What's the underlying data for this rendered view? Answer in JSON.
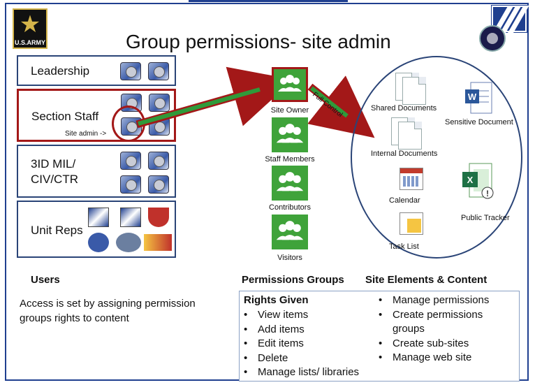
{
  "title": "Group permissions- site admin",
  "logos": {
    "army": "U.S.ARMY"
  },
  "users": {
    "boxes": [
      {
        "label": "Leadership"
      },
      {
        "label": "Section Staff"
      },
      {
        "label": "3ID MIL/ CIV/CTR"
      },
      {
        "label": "Unit Reps"
      }
    ],
    "site_admin_label": "Site admin ->"
  },
  "groups": [
    {
      "label": "Site Owner"
    },
    {
      "label": "Staff Members"
    },
    {
      "label": "Contributors"
    },
    {
      "label": "Visitors"
    }
  ],
  "arrow_label": "Full Control",
  "site_elements": [
    {
      "label": "Shared Documents"
    },
    {
      "label": "Internal Documents"
    },
    {
      "label": "Calendar"
    },
    {
      "label": "Task List"
    },
    {
      "label": "Sensitive Document"
    },
    {
      "label": "Public Tracker"
    }
  ],
  "headers": {
    "users": "Users",
    "permissions_groups": "Permissions Groups",
    "site_elements": "Site Elements  &  Content"
  },
  "access_text": "Access is set by assigning permission groups rights to content",
  "rights": {
    "title": "Rights Given",
    "left": [
      "View items",
      "Add items",
      "Edit items",
      "Delete",
      "Manage lists/ libraries"
    ],
    "right": [
      "Manage permissions",
      "Create permissions groups",
      "Create sub-sites",
      "Manage web site"
    ]
  },
  "colors": {
    "border_blue": "#2a4477",
    "highlight_red": "#a31818",
    "group_green": "#3fa33a",
    "arrow_green": "#2f9a3a"
  },
  "icons": [
    "army-logo-icon",
    "division-patch-icon",
    "division-seal-icon",
    "insignia-icon",
    "group-icon",
    "document-icon",
    "calendar-icon",
    "task-list-icon",
    "word-document-icon",
    "excel-document-icon"
  ]
}
